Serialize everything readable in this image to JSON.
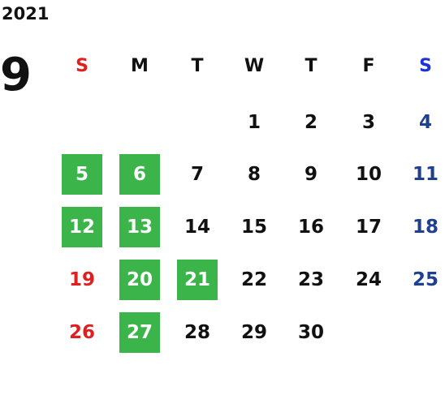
{
  "calendar": {
    "year": "2021",
    "month": "9",
    "weekdays": [
      {
        "label": "S",
        "color": "#e02020"
      },
      {
        "label": "M",
        "color": "#111111"
      },
      {
        "label": "T",
        "color": "#111111"
      },
      {
        "label": "W",
        "color": "#111111"
      },
      {
        "label": "T",
        "color": "#111111"
      },
      {
        "label": "F",
        "color": "#111111"
      },
      {
        "label": "S",
        "color": "#1a32d8"
      }
    ],
    "weeks": [
      [
        null,
        null,
        null,
        {
          "day": "1"
        },
        {
          "day": "2"
        },
        {
          "day": "3"
        },
        {
          "day": "4"
        }
      ],
      [
        {
          "day": "5",
          "highlight": true
        },
        {
          "day": "6",
          "highlight": true
        },
        {
          "day": "7"
        },
        {
          "day": "8"
        },
        {
          "day": "9"
        },
        {
          "day": "10"
        },
        {
          "day": "11"
        }
      ],
      [
        {
          "day": "12",
          "highlight": true
        },
        {
          "day": "13",
          "highlight": true
        },
        {
          "day": "14"
        },
        {
          "day": "15"
        },
        {
          "day": "16"
        },
        {
          "day": "17"
        },
        {
          "day": "18"
        }
      ],
      [
        {
          "day": "19"
        },
        {
          "day": "20",
          "highlight": true
        },
        {
          "day": "21",
          "highlight": true
        },
        {
          "day": "22"
        },
        {
          "day": "23"
        },
        {
          "day": "24"
        },
        {
          "day": "25"
        }
      ],
      [
        {
          "day": "26"
        },
        {
          "day": "27",
          "highlight": true
        },
        {
          "day": "28"
        },
        {
          "day": "29"
        },
        {
          "day": "30"
        },
        null,
        null
      ]
    ]
  },
  "colors": {
    "highlight_bg": "#3bb54a",
    "highlight_text": "#ffffff",
    "sunday": "#e02020",
    "saturday": "#1f3f8f",
    "weekday": "#111111"
  }
}
